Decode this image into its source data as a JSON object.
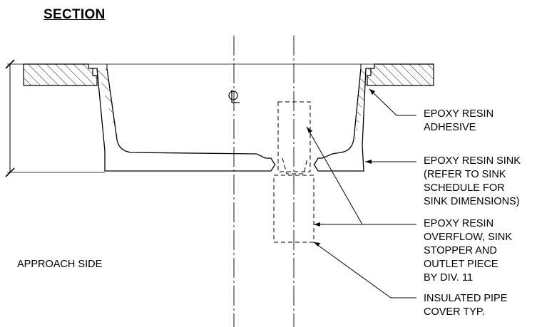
{
  "title": "SECTION",
  "centerline_symbol": "CL",
  "approach_label": "APPROACH SIDE",
  "callouts": [
    {
      "text": "EPOXY RESIN\nADHESIVE"
    },
    {
      "text": "EPOXY RESIN SINK\n(REFER TO SINK\nSCHEDULE FOR\nSINK DIMENSIONS)"
    },
    {
      "text": "EPOXY RESIN\nOVERFLOW, SINK\nSTOPPER AND\nOUTLET PIECE\nBY DIV. 11"
    },
    {
      "text": "INSULATED PIPE\nCOVER TYP."
    }
  ],
  "colors": {
    "line": "#000000",
    "background": "#ffffff"
  }
}
